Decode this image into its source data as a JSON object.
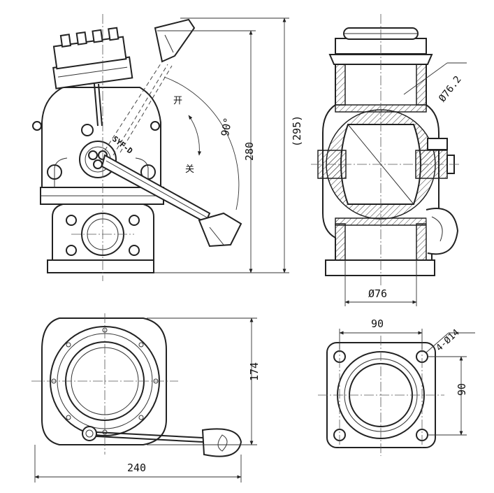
{
  "dimensions": {
    "diameter_top": "Ø76.2",
    "diameter_bottom": "Ø76",
    "height_280": "280",
    "height_295": "(295)",
    "angle": "90°",
    "width_174": "174",
    "width_240": "240",
    "flange_90_top": "90",
    "flange_90_side": "90",
    "bolt_holes": "4-Ø14"
  },
  "labels": {
    "open": "开",
    "close": "关",
    "brand": "SYF-D"
  },
  "colors": {
    "line": "#222222",
    "background": "#ffffff"
  }
}
